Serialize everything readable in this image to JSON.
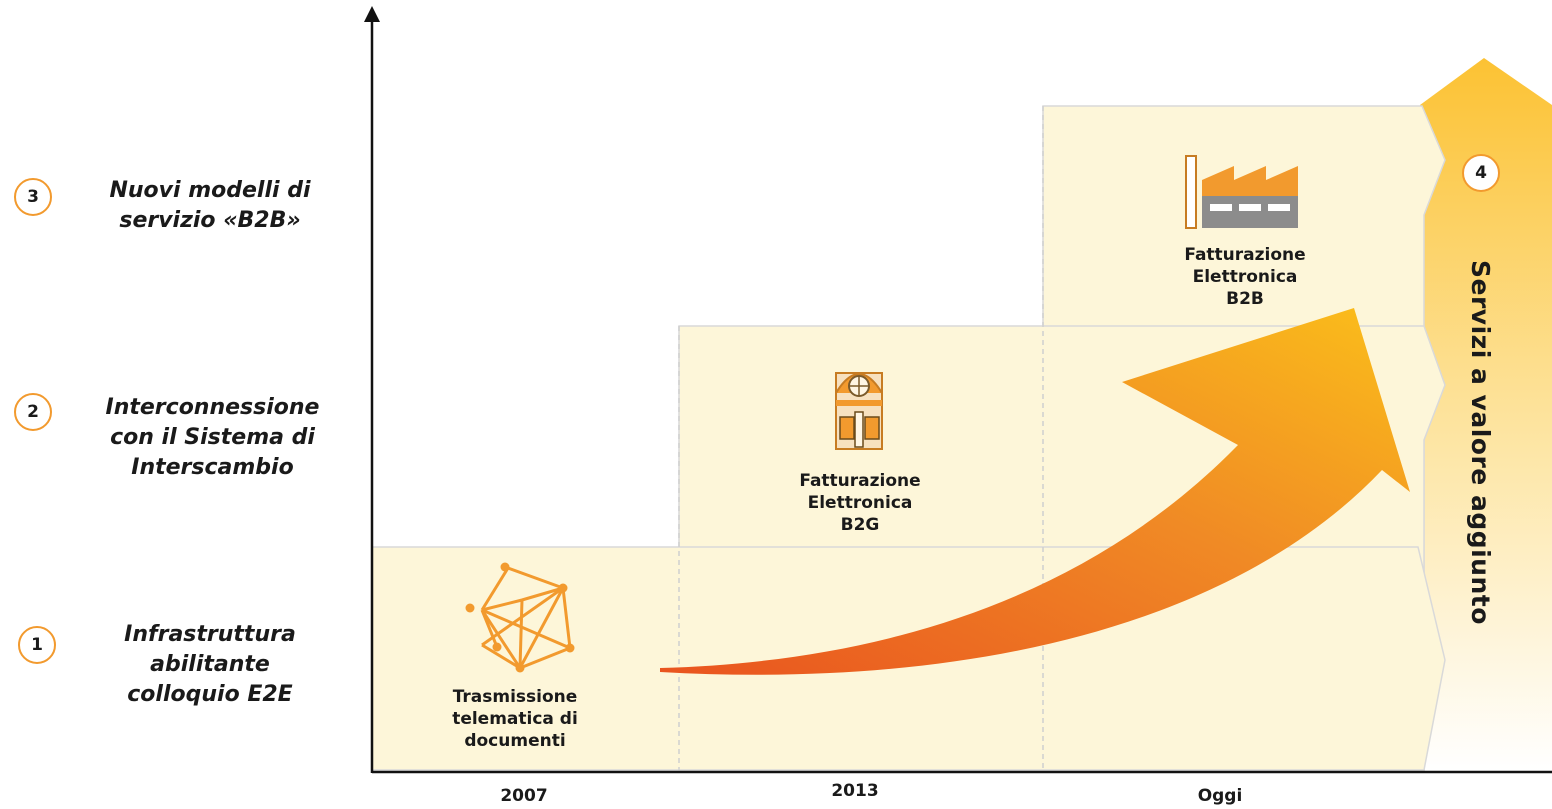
{
  "levels": [
    {
      "number": "1",
      "label_lines": [
        "Infrastruttura",
        "abilitante",
        "colloquio E2E"
      ]
    },
    {
      "number": "2",
      "label_lines": [
        "Interconnessione",
        "con il Sistema di",
        "Interscambio"
      ]
    },
    {
      "number": "3",
      "label_lines": [
        "Nuovi modelli di",
        "servizio «B2B»"
      ]
    }
  ],
  "steps": [
    {
      "icon": "network-icon",
      "caption_lines": [
        "Trasmissione",
        "telematica di",
        "documenti"
      ]
    },
    {
      "icon": "building-icon",
      "caption_lines": [
        "Fatturazione",
        "Elettronica",
        "B2G"
      ]
    },
    {
      "icon": "factory-icon",
      "caption_lines": [
        "Fatturazione",
        "Elettronica",
        "B2B"
      ]
    }
  ],
  "timeline": [
    "2007",
    "2013",
    "Oggi"
  ],
  "value_added": {
    "number": "4",
    "label": "Servizi a valore aggiunto"
  },
  "colors": {
    "accent": "#f29a2e",
    "band": "#fdf6d9",
    "arrow_start": "#e9541f",
    "arrow_end": "#fbbf1a",
    "arrow_up": "#fcd24a"
  }
}
